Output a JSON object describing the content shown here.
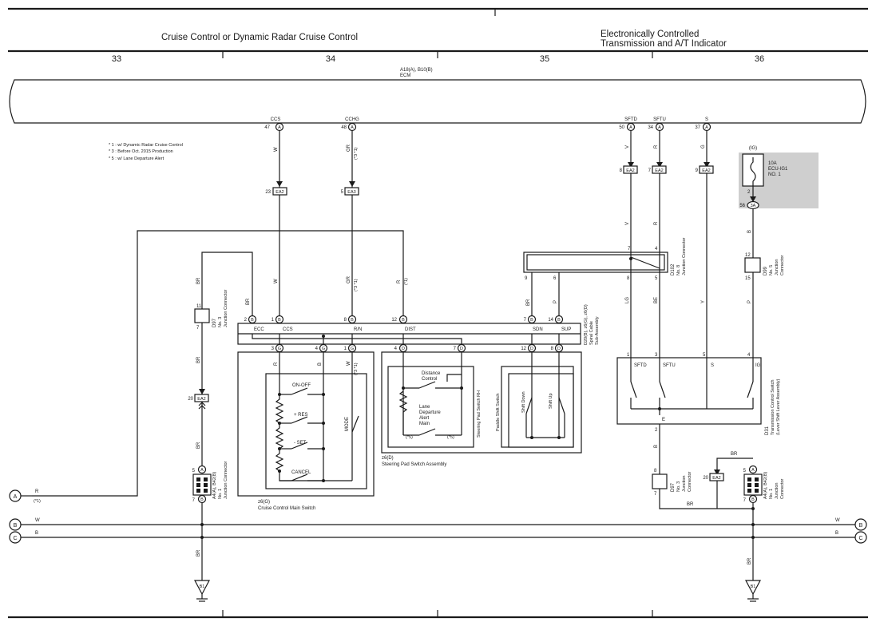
{
  "header": {
    "title_left": "Cruise Control or Dynamic Radar Cruise Control",
    "title_right_1": "Electronically Controlled",
    "title_right_2": "Transmission and A/T Indicator",
    "columns": [
      "33",
      "34",
      "35",
      "36"
    ]
  },
  "ecm": {
    "name_1": "A18(A), B10(B)",
    "name_2": "ECM"
  },
  "notes": [
    "* 1 : w/ Dynamic Radar Cruise Control",
    "* 3 : Before Oct. 2015 Production",
    "* 5 : w/ Lane Departure Alert"
  ],
  "ecm_pins": [
    {
      "sig": "CCS",
      "pin": "47",
      "conn": "A"
    },
    {
      "sig": "CCHG",
      "pin": "48",
      "conn": "A"
    },
    {
      "sig": "SFTD",
      "pin": "50",
      "conn": "A"
    },
    {
      "sig": "SFTU",
      "pin": "34",
      "conn": "A"
    },
    {
      "sig": "S",
      "pin": "37",
      "conn": "A"
    }
  ],
  "wires": {
    "ccs_1": "W",
    "cchg_1": "GR",
    "cchg_1_note": "(*3 *1)",
    "ccs_2": "W",
    "cchg_2": "GR",
    "cchg_2_note": "(*3 *1)",
    "dist": "R",
    "dist_note": "(*1)",
    "ecc": "BR",
    "d97_top": "BR",
    "d97_bot": "BR",
    "ea2_bot": "BR",
    "a_bot": "BR",
    "sdn": "BR",
    "sup": "P",
    "sftd_1": "V",
    "sftu_1": "R",
    "s_1": "G",
    "sftd_2": "V",
    "sftu_2": "R",
    "sftd_3": "LG",
    "sftu_3": "BE",
    "s_3": "Y",
    "ig_3": "P",
    "ig_1": "B",
    "ig_2": "P",
    "e_wire": "B",
    "br_loop": "BR",
    "br_right": "BR",
    "br_ground": "BR",
    "main_r": "R",
    "main_r_note": "(*1)",
    "cm_r": "R",
    "cm_b": "B",
    "cm_w": "W",
    "cm_w_note": "(*3 *1)"
  },
  "connectors": {
    "ea2_ccs": {
      "pin": "23",
      "name": "EA2"
    },
    "ea3": {
      "pin": "5",
      "name": "EA3"
    },
    "ea2_sftd": {
      "pin": "8",
      "name": "EA2"
    },
    "ea2_sftu": {
      "pin": "7",
      "name": "EA2"
    },
    "ea2_s": {
      "pin": "9",
      "name": "EA2"
    },
    "ea2_left": {
      "pin": "20",
      "name": "EA2"
    },
    "ea2_right": {
      "pin": "20",
      "name": "EA2"
    },
    "ig_3a": {
      "pin": "56",
      "name": "3A"
    }
  },
  "d97_left": {
    "label": "D97",
    "desc_1": "No. 3",
    "desc_2": "Junction Connector",
    "pin_top": "11",
    "pin_bot": "7"
  },
  "d97_right": {
    "label": "D97",
    "desc_1": "No. 3",
    "desc_2": "Junction",
    "desc_3": "Connector",
    "pin_top": "8",
    "pin_bot": "7"
  },
  "d102": {
    "label": "D102",
    "desc_1": "No. 8",
    "desc_2": "Junction Connector",
    "pins": [
      "7",
      "4",
      "9",
      "6",
      "8",
      "5"
    ]
  },
  "d99": {
    "label": "D99",
    "desc_1": "No. 5",
    "desc_2": "Junction",
    "desc_3": "Connector",
    "pin_top": "12",
    "pin_bot": "15"
  },
  "a4": {
    "label": "A4(A), B42(B)",
    "desc_1": "No. 1",
    "desc_2": "Junction Connector",
    "pin_top": "5",
    "pin_bot": "7"
  },
  "a4r": {
    "label": "A4(A), B42(B)",
    "desc_1": "No. 1",
    "desc_2": "Junction",
    "desc_3": "Connector",
    "pin_top": "5",
    "pin_bot": "7"
  },
  "fuse": {
    "label_top": "(IG)",
    "rating": "10A",
    "name_1": "ECU-IG1",
    "name_2": "NO. 1",
    "pin": "2"
  },
  "spiral": {
    "label": "D20(B), z6(G), z6(D)",
    "desc_1": "Spiral Cable",
    "desc_2": "Sub-Assembly",
    "top_pins": [
      {
        "pin": "2",
        "conn": "B",
        "sig": "ECC"
      },
      {
        "pin": "1",
        "conn": "B",
        "sig": "CCS"
      },
      {
        "pin": "8",
        "conn": "B",
        "sig": "R/N"
      },
      {
        "pin": "12",
        "conn": "B",
        "sig": "DIST"
      },
      {
        "pin": "7",
        "conn": "B",
        "sig": "SDN"
      },
      {
        "pin": "14",
        "conn": "B",
        "sig": "SUP"
      }
    ],
    "bot_pins": [
      {
        "pin": "3",
        "conn": "G"
      },
      {
        "pin": "4",
        "conn": "G"
      },
      {
        "pin": "1",
        "conn": "G"
      },
      {
        "pin": "4",
        "conn": "D"
      },
      {
        "pin": "7",
        "conn": "D"
      },
      {
        "pin": "12",
        "conn": "D"
      },
      {
        "pin": "8",
        "conn": "D"
      }
    ]
  },
  "cruise_switch": {
    "labels": [
      "ON-OFF",
      "+ RES",
      "- SET",
      "CANCEL",
      "MODE"
    ],
    "name_1": "z6(G)",
    "name_2": "Cruise Control Main Switch"
  },
  "pad_switch": {
    "distance_1": "Distance",
    "distance_2": "Control",
    "lda_1": "Lane",
    "lda_2": "Departure",
    "lda_3": "Alert",
    "lda_4": "Main",
    "note_l": "(*5)",
    "note_r": "(*5)",
    "rh_label": "Steering Pad Switch RH",
    "paddle_label": "Paddle Shift Switch",
    "shift_down": "Shift Down",
    "shift_up": "Shift Up",
    "name_1": "z6(D)",
    "name_2": "Steering Pad Switch Assembly"
  },
  "trans_switch": {
    "label": "D31",
    "desc_1": "Transmission Control Switch",
    "desc_2": "(Lever Shift Lever Assembly)",
    "pins": [
      {
        "pin": "1",
        "sig": "SFTD"
      },
      {
        "pin": "3",
        "sig": "SFTU"
      },
      {
        "pin": "5",
        "sig": "S"
      },
      {
        "pin": "4",
        "sig": "IG"
      }
    ],
    "ground_label": "E",
    "ground_pin": "2"
  },
  "rails": [
    {
      "id": "A",
      "wire": "R",
      "note": "(*1)"
    },
    {
      "id": "B",
      "wire": "W"
    },
    {
      "id": "C",
      "wire": "B"
    }
  ],
  "grounds": [
    {
      "name": "B1"
    },
    {
      "name": "B1"
    }
  ]
}
